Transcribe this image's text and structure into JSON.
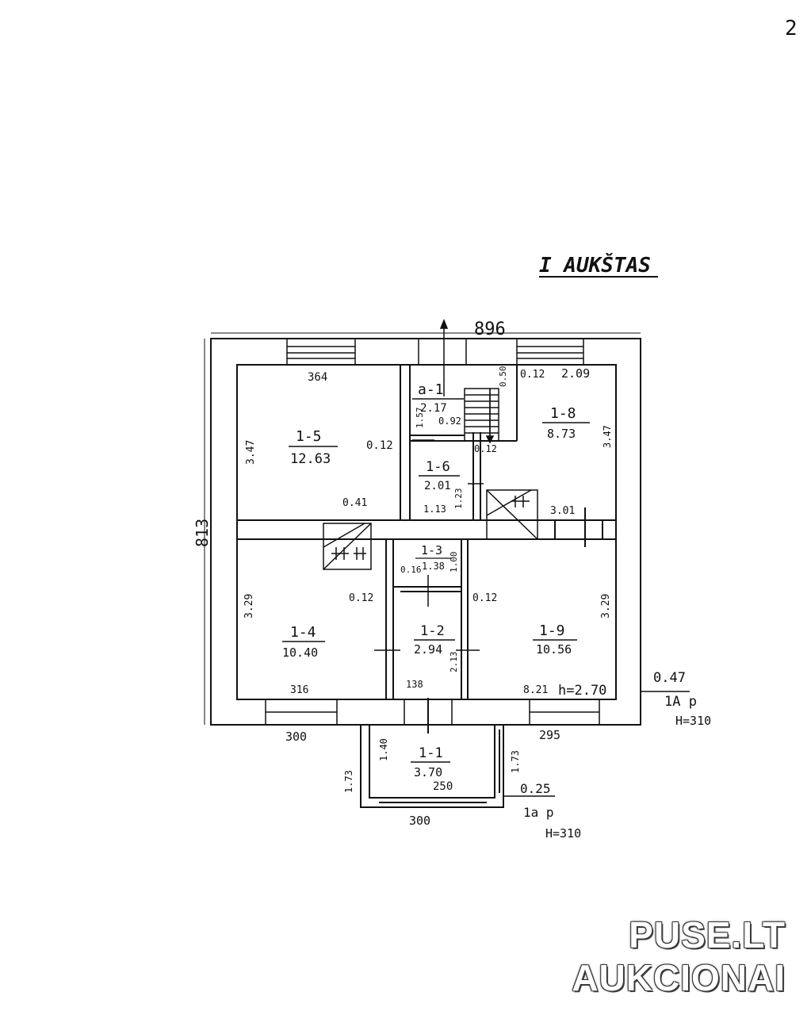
{
  "page_number": "2",
  "floor_title": "I AUKŠTAS",
  "overall": {
    "width": "896",
    "height": "813"
  },
  "rooms": {
    "r15": {
      "id": "1-5",
      "area": "12.63"
    },
    "ra1": {
      "id": "a-1",
      "area": "2.17"
    },
    "r16": {
      "id": "1-6",
      "area": "2.01"
    },
    "r18": {
      "id": "1-8",
      "area": "8.73"
    },
    "r13": {
      "id": "1-3",
      "area": "1.38"
    },
    "r14": {
      "id": "1-4",
      "area": "10.40"
    },
    "r12": {
      "id": "1-2",
      "area": "2.94"
    },
    "r19": {
      "id": "1-9",
      "area": "10.56"
    },
    "r11": {
      "id": "1-1",
      "area": "3.70"
    }
  },
  "dims": {
    "d364": "364",
    "d347a": "3.47",
    "d012a": "0.12",
    "d012b": "0.12",
    "d209": "2.09",
    "d347b": "3.47",
    "d157": "1.57",
    "d092": "0.92",
    "d050": "0.50",
    "d012c": "0.12",
    "d041": "0.41",
    "d113": "1.13",
    "d123": "1.23",
    "d301": "3.01",
    "d329a": "3.29",
    "d012d": "0.12",
    "d016": "0.16",
    "d100": "1.00",
    "d012e": "0.12",
    "d329b": "3.29",
    "d316": "316",
    "d138": "138",
    "d213": "2.13",
    "d821": "8.21",
    "height_h": "h=2.70",
    "d300a": "300",
    "d295": "295",
    "d140": "1.40",
    "d173a": "1.73",
    "d173b": "1.73",
    "d250": "250",
    "d300b": "300"
  },
  "wall_main": {
    "thickness": "0.47",
    "type_label": "1A p",
    "height_label": "H=310"
  },
  "wall_porch": {
    "thickness": "0.25",
    "type_label": "1a p",
    "height_label": "H=310"
  },
  "watermark": {
    "line1": "PUSE.LT",
    "line2": "AUKCIONAI"
  }
}
